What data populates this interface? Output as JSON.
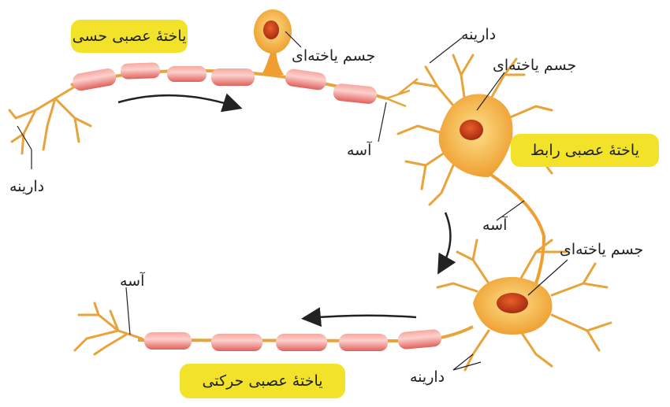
{
  "title_boxes": {
    "sensory": "یاختهٔ عصبی حسی",
    "interneuron": "یاختهٔ عصبی رابط",
    "motor": "یاختهٔ عصبی حرکتی"
  },
  "labels": {
    "sensory_cell_body": "جسم یاخته‌ای",
    "sensory_dendrite": "دارینه",
    "sensory_axon": "آسه",
    "inter_dendrite": "دارینه",
    "inter_cell_body": "جسم یاخته‌ای",
    "inter_axon": "آسه",
    "motor_cell_body": "جسم یاخته‌ای",
    "motor_axon": "آسه",
    "motor_dendrite": "دارینه"
  },
  "colors": {
    "box": "#f2e22a",
    "myelin": "#f0807a",
    "neuron": "#f2a838",
    "nucleus": "#c8401a"
  }
}
